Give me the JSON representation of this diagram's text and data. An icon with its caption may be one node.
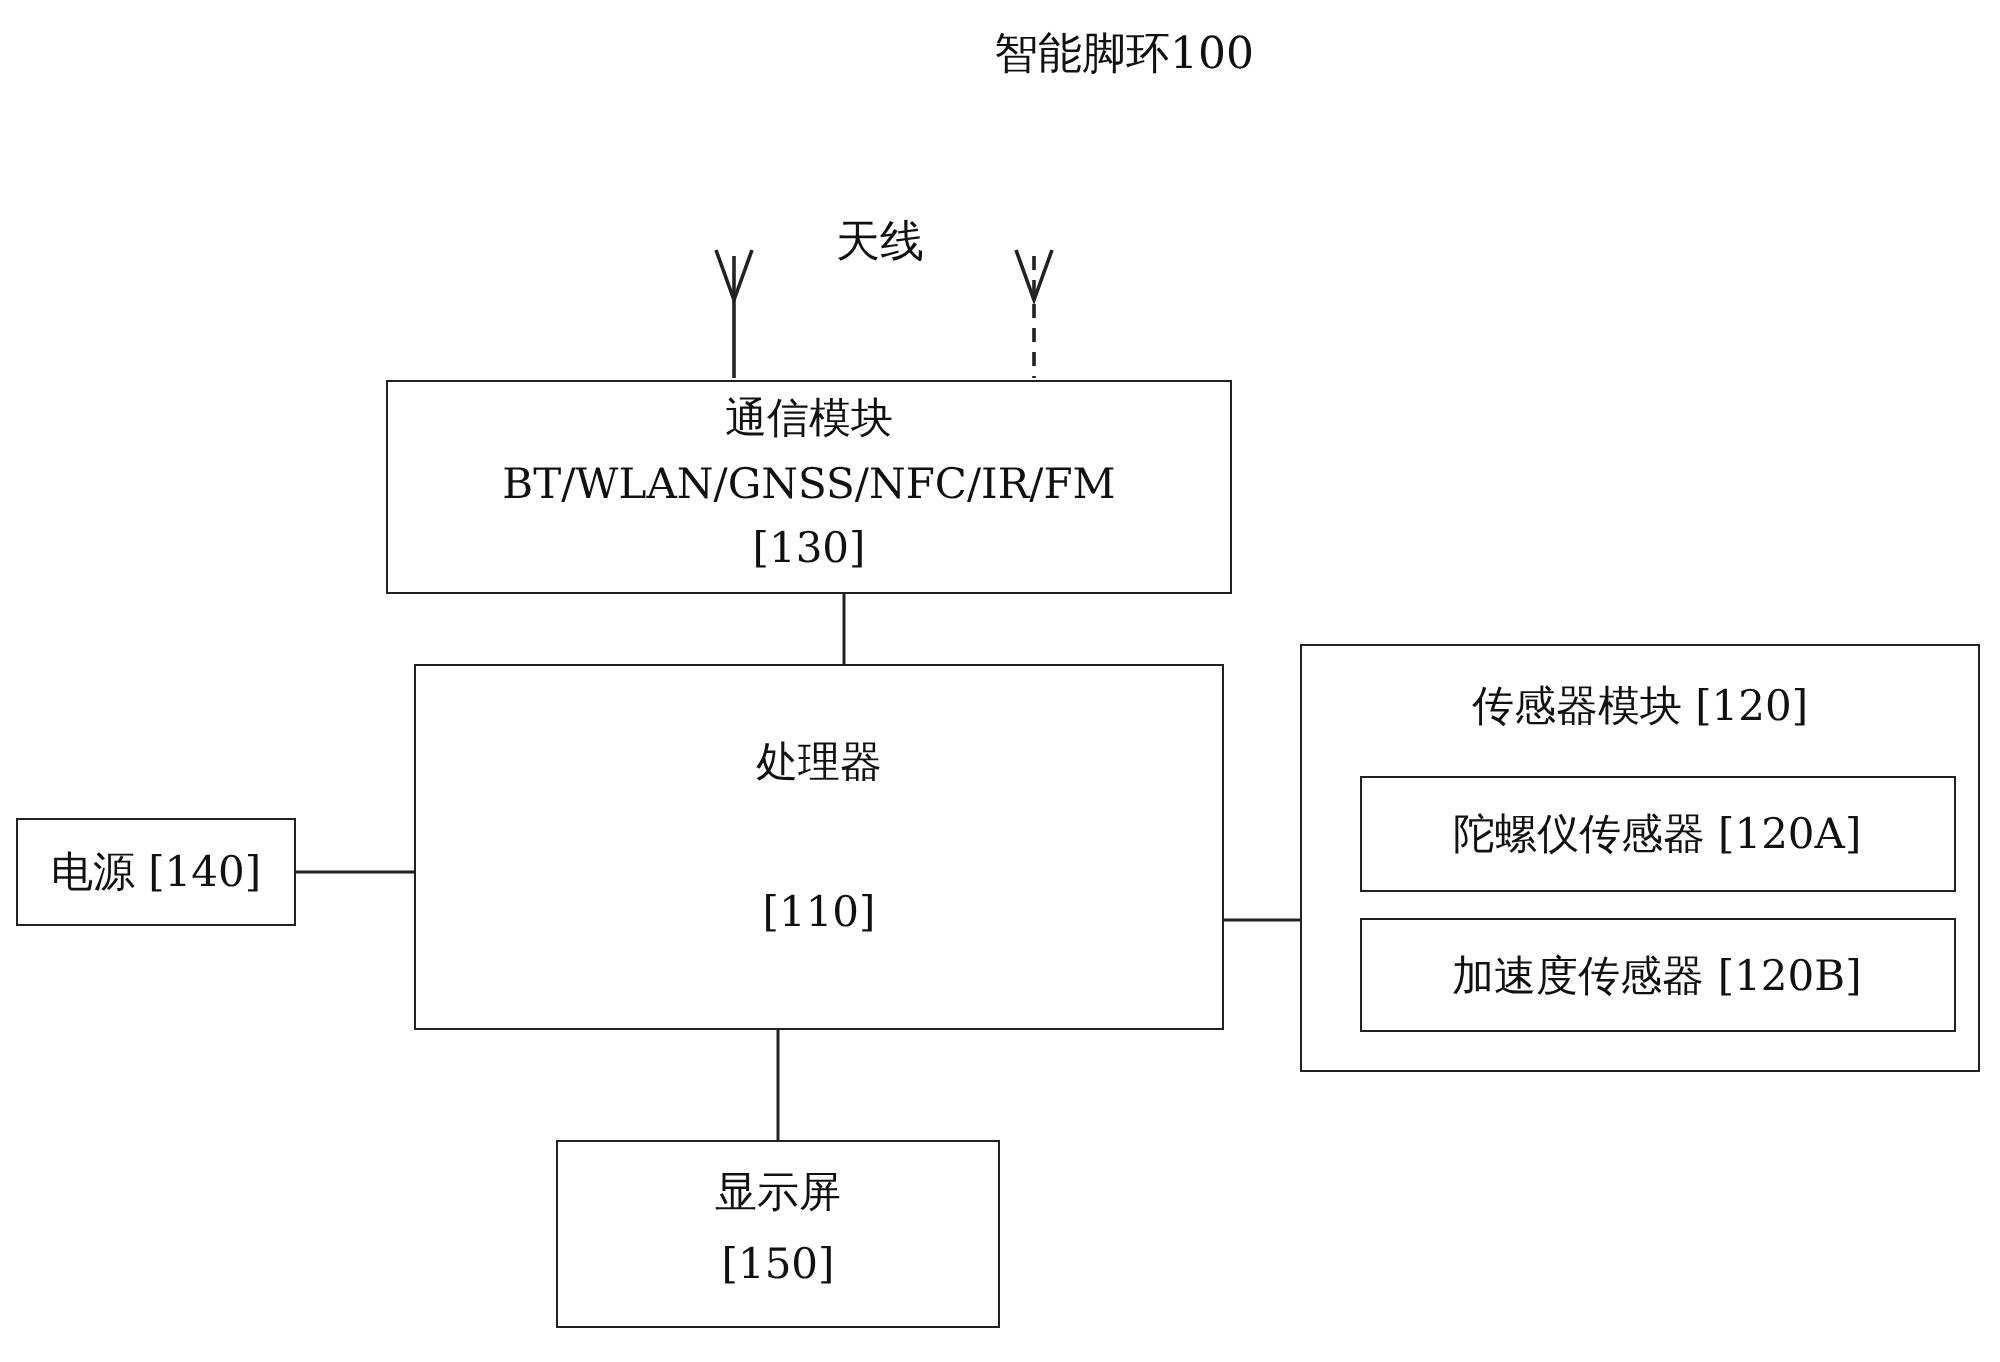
{
  "diagram": {
    "title": "智能脚环100",
    "nodes": [
      {
        "text": [
          "通信模块",
          "BT/WLAN/GNSS/NFC/IR/FM",
          "[130]"
        ]
      },
      {
        "text": [
          "处理器",
          "[110]"
        ]
      },
      {
        "text": [
          "电源 [140]"
        ]
      },
      {
        "text": [
          "传感器模块 [120]"
        ]
      },
      {
        "text": [
          "陀螺仪传感器 [120A]"
        ],
        "in": 3
      },
      {
        "text": [
          "加速度传感器 [120B]"
        ],
        "in": 3
      },
      {
        "text": [
          "显示屏",
          "[150]"
        ]
      }
    ],
    "edges": [
      {
        "from": 0,
        "to": 1,
        "arrow": "none"
      },
      {
        "from": 2,
        "to": 1,
        "arrow": "none"
      },
      {
        "from": 1,
        "to": 3,
        "arrow": "none"
      },
      {
        "from": 1,
        "to": 6,
        "arrow": "none"
      }
    ],
    "labels": [
      "天线"
    ]
  }
}
